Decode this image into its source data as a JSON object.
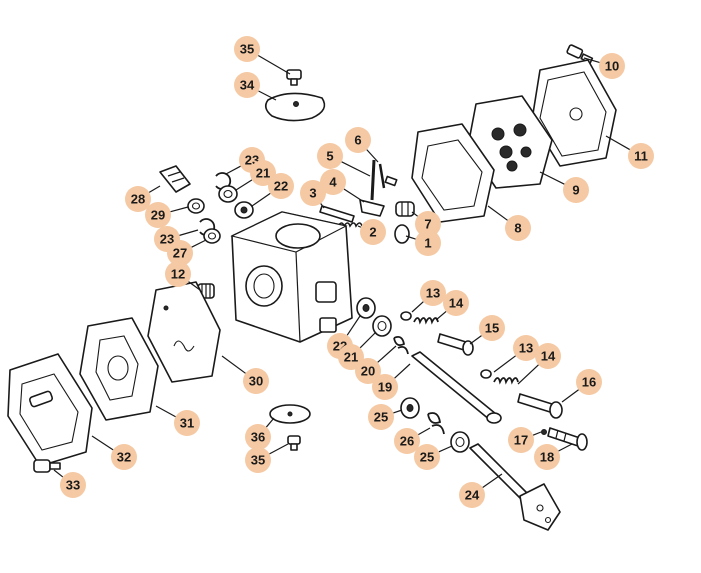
{
  "diagram": {
    "type": "exploded-parts-diagram",
    "badge_color": "#f5c9a3",
    "line_color": "#1a1a1a",
    "callouts": [
      {
        "id": "c35a",
        "label": "35"
      },
      {
        "id": "c34",
        "label": "34"
      },
      {
        "id": "c10",
        "label": "10"
      },
      {
        "id": "c11",
        "label": "11"
      },
      {
        "id": "c9",
        "label": "9"
      },
      {
        "id": "c8",
        "label": "8"
      },
      {
        "id": "c6",
        "label": "6"
      },
      {
        "id": "c5",
        "label": "5"
      },
      {
        "id": "c4",
        "label": "4"
      },
      {
        "id": "c3",
        "label": "3"
      },
      {
        "id": "c2",
        "label": "2"
      },
      {
        "id": "c7",
        "label": "7"
      },
      {
        "id": "c1",
        "label": "1"
      },
      {
        "id": "c23a",
        "label": "23"
      },
      {
        "id": "c21a",
        "label": "21"
      },
      {
        "id": "c22a",
        "label": "22"
      },
      {
        "id": "c28",
        "label": "28"
      },
      {
        "id": "c29",
        "label": "29"
      },
      {
        "id": "c23b",
        "label": "23"
      },
      {
        "id": "c27",
        "label": "27"
      },
      {
        "id": "c12",
        "label": "12"
      },
      {
        "id": "c13a",
        "label": "13"
      },
      {
        "id": "c14a",
        "label": "14"
      },
      {
        "id": "c15",
        "label": "15"
      },
      {
        "id": "c22b",
        "label": "22"
      },
      {
        "id": "c21b",
        "label": "21"
      },
      {
        "id": "c20",
        "label": "20"
      },
      {
        "id": "c19",
        "label": "19"
      },
      {
        "id": "c13b",
        "label": "13"
      },
      {
        "id": "c14b",
        "label": "14"
      },
      {
        "id": "c16",
        "label": "16"
      },
      {
        "id": "c30",
        "label": "30"
      },
      {
        "id": "c31",
        "label": "31"
      },
      {
        "id": "c32",
        "label": "32"
      },
      {
        "id": "c33",
        "label": "33"
      },
      {
        "id": "c36",
        "label": "36"
      },
      {
        "id": "c35b",
        "label": "35"
      },
      {
        "id": "c25a",
        "label": "25"
      },
      {
        "id": "c26",
        "label": "26"
      },
      {
        "id": "c25b",
        "label": "25"
      },
      {
        "id": "c17",
        "label": "17"
      },
      {
        "id": "c18",
        "label": "18"
      },
      {
        "id": "c24",
        "label": "24"
      }
    ]
  }
}
